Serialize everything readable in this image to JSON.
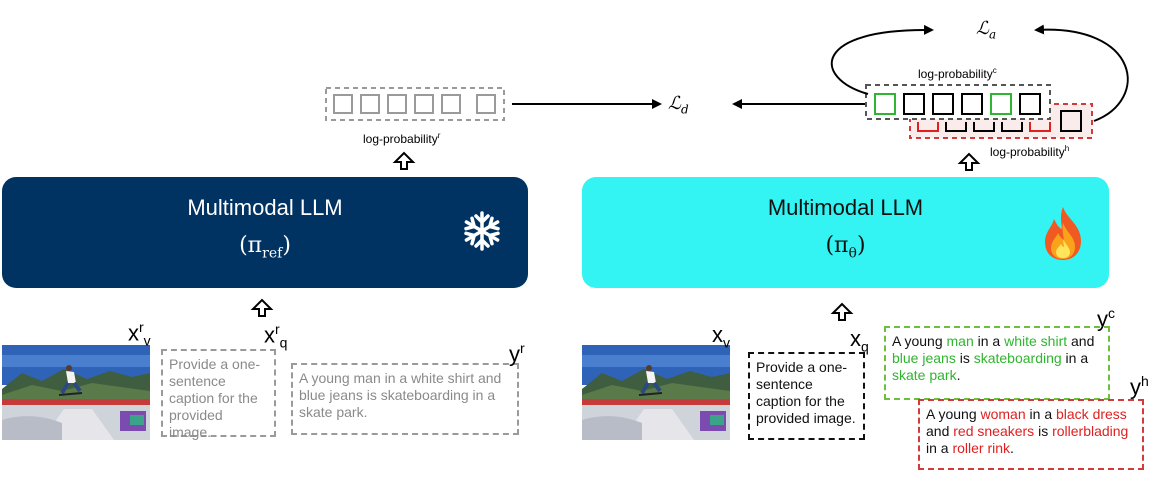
{
  "left": {
    "model_name": "Multimodal LLM",
    "model_param": "(π",
    "model_param_sub": "ref",
    "model_param_close": ")",
    "logprob_label": "log-probability",
    "logprob_sup": "r",
    "image_var": "x",
    "image_var_sup": "r",
    "image_var_sub": "v",
    "query_var": "x",
    "query_var_sup": "r",
    "query_var_sub": "q",
    "response_var": "y",
    "response_var_sup": "r",
    "query_text": "Provide a one-sentence caption for the provided image.",
    "response_text": "A young man in a white shirt and blue jeans is skateboarding in a skate park.",
    "status_icon": "snowflake-icon"
  },
  "right": {
    "model_name": "Multimodal LLM",
    "model_param": "(π",
    "model_param_sub": "θ",
    "model_param_close": ")",
    "logprob_c_label": "log-probability",
    "logprob_c_sup": "c",
    "logprob_h_label": "log-probability",
    "logprob_h_sup": "h",
    "image_var": "x",
    "image_var_sub": "v",
    "query_var": "x",
    "query_var_sub": "q",
    "chosen_var": "y",
    "chosen_var_sup": "c",
    "hallu_var": "y",
    "hallu_var_sup": "h",
    "query_text": "Provide a one-sentence caption for the provided image.",
    "chosen_text": {
      "p1": "A young ",
      "w1": "man",
      "p2": " in a ",
      "w2": "white shirt",
      "p3": " and ",
      "w3": "blue jeans",
      "p4": " is ",
      "w4": "skateboarding",
      "p5": " in a ",
      "w5": "skate park",
      "p6": "."
    },
    "hallu_text": {
      "p1": "A young ",
      "w1": "woman",
      "p2": " in a ",
      "w2": "black dress",
      "p3": " and ",
      "w3": "red sneakers",
      "p4": " is ",
      "w4": "rollerblading",
      "p5": " in a ",
      "w5": "roller rink",
      "p6": "."
    },
    "status_icon": "fire-icon"
  },
  "losses": {
    "distill_symbol": "ℒ",
    "distill_sub": "d",
    "align_symbol": "ℒ",
    "align_sub": "a"
  },
  "colors": {
    "ref_model": "#003262",
    "policy_model": "#33f3f3",
    "chosen": "#2fb52f",
    "hallucinated": "#e02020"
  }
}
